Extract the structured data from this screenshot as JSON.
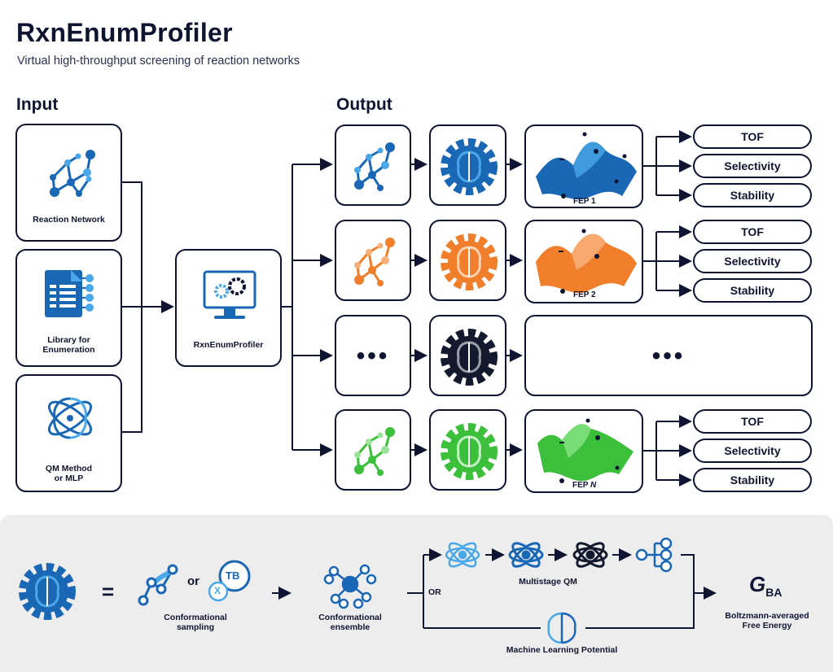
{
  "header": {
    "title": "RxnEnumProfiler",
    "subtitle": "Virtual high-throughput screening of reaction networks"
  },
  "sections": {
    "input": "Input",
    "output": "Output"
  },
  "inputs": [
    {
      "label": "Reaction Network",
      "icon": "network-icon"
    },
    {
      "label": "Library for\nEnumeration",
      "icon": "library-document-icon"
    },
    {
      "label": "QM Method\nor MLP",
      "icon": "atom-brain-icon"
    }
  ],
  "profiler": {
    "label": "RxnEnumProfiler",
    "icon": "computer-gears-icon"
  },
  "rows": [
    {
      "color": "#1a67b6",
      "fep_label": "FEP 1",
      "properties": [
        "TOF",
        "Selectivity",
        "Stability"
      ]
    },
    {
      "color": "#f07e2b",
      "fep_label": "FEP 2",
      "properties": [
        "TOF",
        "Selectivity",
        "Stability"
      ]
    },
    {
      "color": "#141a2e",
      "ellipsis": "•••"
    },
    {
      "color": "#3cbf3a",
      "fep_label": "FEP ",
      "fep_italic": "N",
      "properties": [
        "TOF",
        "Selectivity",
        "Stability"
      ]
    }
  ],
  "workflow": {
    "equals": "=",
    "or_top": "or",
    "conformational_sampling": "Conformational\nsampling",
    "tb_label": "TB",
    "x_label": "X",
    "conformational_ensemble": "Conformational\nensemble",
    "or_branch": "OR",
    "multistage_qm": "Multistage QM",
    "mlp": "Machine Learning Potential",
    "result_symbol": "G",
    "result_subscript": "BA",
    "result_label": "Boltzmann-averaged\nFree Energy"
  },
  "colors": {
    "ink": "#0f1530",
    "blue": "#1a67b6",
    "light_blue": "#4aa8e8",
    "orange": "#f07e2b",
    "green": "#3cbf3a",
    "dark": "#141a2e",
    "panel": "#ededee"
  }
}
